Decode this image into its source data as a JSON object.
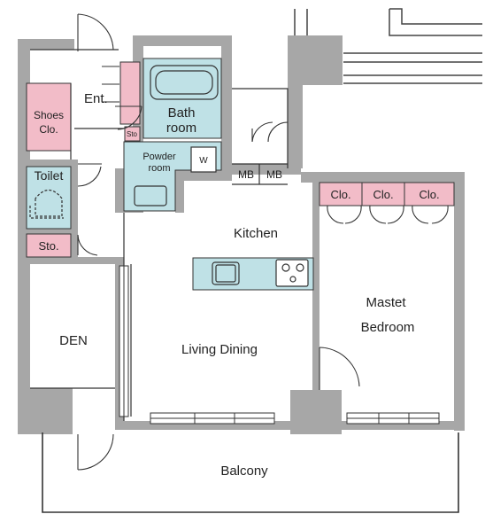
{
  "colors": {
    "wall": "#a7a7a7",
    "storage": "#f2bcc8",
    "wet": "#bfe1e6",
    "line": "#333333",
    "floor": "#ffffff"
  },
  "rooms": {
    "entrance": "Ent.",
    "shoes_line1": "Shoes",
    "shoes_line2": "Clo.",
    "toilet": "Toilet",
    "storage_small": "Sto.",
    "storage_tiny": "Sto",
    "bath_line1": "Bath",
    "bath_line2": "room",
    "powder_line1": "Powder",
    "powder_line2": "room",
    "washer": "W",
    "meter_box_1": "MB",
    "meter_box_2": "MB",
    "kitchen": "Kitchen",
    "closet_1": "Clo.",
    "closet_2": "Clo.",
    "closet_3": "Clo.",
    "master_line1": "Mastet",
    "master_line2": "Bedroom",
    "den": "DEN",
    "living_dining": "Living Dining",
    "balcony": "Balcony"
  }
}
